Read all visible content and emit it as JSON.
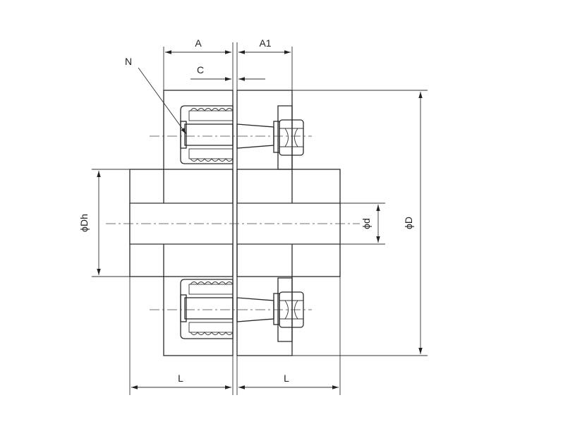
{
  "labels": {
    "A": "A",
    "A1": "A1",
    "C": "C",
    "N": "N",
    "Dh": "ϕDh",
    "d": "ϕd",
    "D": "ϕD",
    "L_left": "L",
    "L_right": "L"
  },
  "colors": {
    "line": "#2a2a2a",
    "hatch": "#555555",
    "background": "#ffffff"
  }
}
